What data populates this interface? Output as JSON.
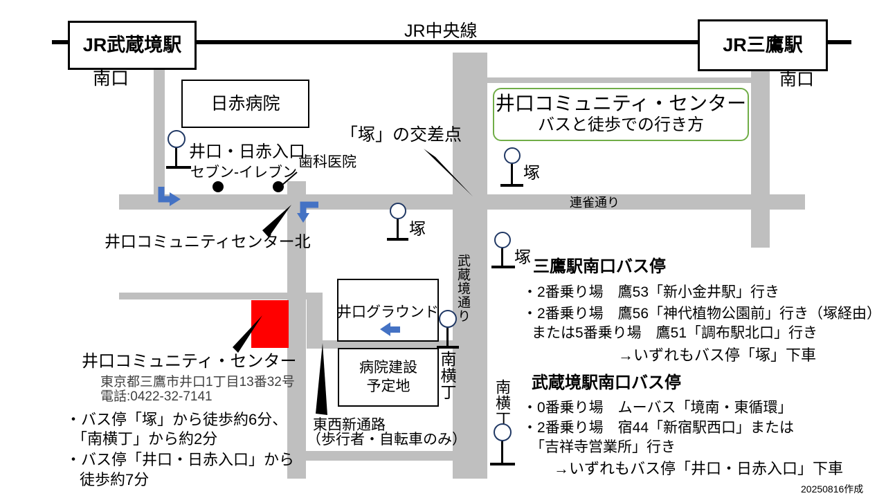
{
  "railway": {
    "line": "JR中央線",
    "left_station": "JR武蔵境駅",
    "left_exit": "南口",
    "right_station": "JR三鷹駅",
    "right_exit": "南口"
  },
  "title": {
    "line1": "井口コミュニティ・センター",
    "line2": "バスと徒歩での行き方"
  },
  "roads": {
    "renjaku": "連雀通り",
    "musashisakai": "武蔵境通り"
  },
  "landmarks": {
    "nisseki_hospital": "日赤病院",
    "seven_eleven": "セブン-イレブン",
    "dental_clinic": "歯科医院",
    "tsuka_crossing": "「塚」の交差点",
    "center_north": "井口コミュニティセンター北",
    "iguchi_ground": "井口グラウンド",
    "hospital_planned1": "病院建設",
    "hospital_planned2": "予定地",
    "tozai_path1": "東西新通路",
    "tozai_path2": "（歩行者・自転車のみ）"
  },
  "bus_stops": {
    "iguchi_nisseki": "井口・日赤入口",
    "tsuka_a": "塚",
    "tsuka_b": "塚",
    "tsuka_c": "塚",
    "minamiyokocho_w": "南横丁",
    "minamiyokocho_e": "南横丁"
  },
  "destination": {
    "name": "井口コミュニティ・センター",
    "address": "東京都三鷹市井口1丁目13番32号",
    "phone": "電話:0422-32-7141",
    "walk1a": "・バス停「塚」から徒歩約6分、",
    "walk1b": "「南横丁」から約2分",
    "walk2a": "・バス停「井口・日赤入口」から",
    "walk2b": "徒歩約7分"
  },
  "mitaka_bus": {
    "heading": "三鷹駅南口バス停",
    "line1": "・2番乗り場　鷹53「新小金井駅」行き",
    "line2": "・2番乗り場　鷹56「神代植物公園前」行き（塚経由）",
    "line3": "または5番乗り場　鷹51「調布駅北口」行き",
    "note": "→いずれもバス停「塚」下車"
  },
  "sakai_bus": {
    "heading": "武蔵境駅南口バス停",
    "line1": "・0番乗り場　ムーバス「境南・東循環」",
    "line2": "・2番乗り場　宿44「新宿駅西口」または",
    "line3": "「吉祥寺営業所」行き",
    "note": "→いずれもバス停「井口・日赤入口」下車"
  },
  "footer": {
    "created": "20250816作成"
  },
  "colors": {
    "road_gray": "#BFBFBF",
    "arrow_blue": "#4472C4",
    "destination_red": "#FF0000",
    "title_border_green": "#70AD47",
    "bus_stop_circle": "#203864"
  }
}
